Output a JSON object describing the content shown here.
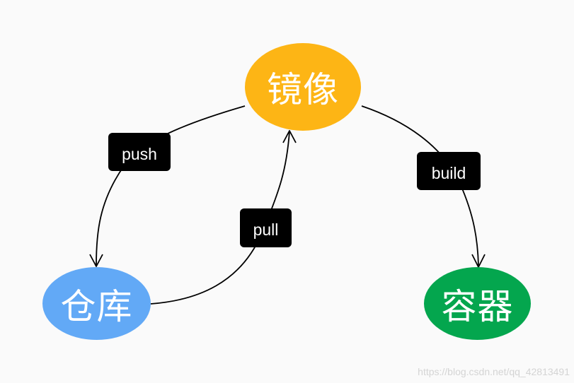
{
  "nodes": {
    "mirror": {
      "label": "镜像",
      "color": "#fdb515"
    },
    "repo": {
      "label": "仓库",
      "color": "#62a9f6"
    },
    "container": {
      "label": "容器",
      "color": "#04a64e"
    }
  },
  "edges": {
    "push": {
      "label": "push",
      "from": "镜像",
      "to": "仓库"
    },
    "pull": {
      "label": "pull",
      "from": "仓库",
      "to": "镜像"
    },
    "build": {
      "label": "build",
      "from": "镜像",
      "to": "容器"
    }
  },
  "watermark": "https://blog.csdn.net/qq_42813491"
}
